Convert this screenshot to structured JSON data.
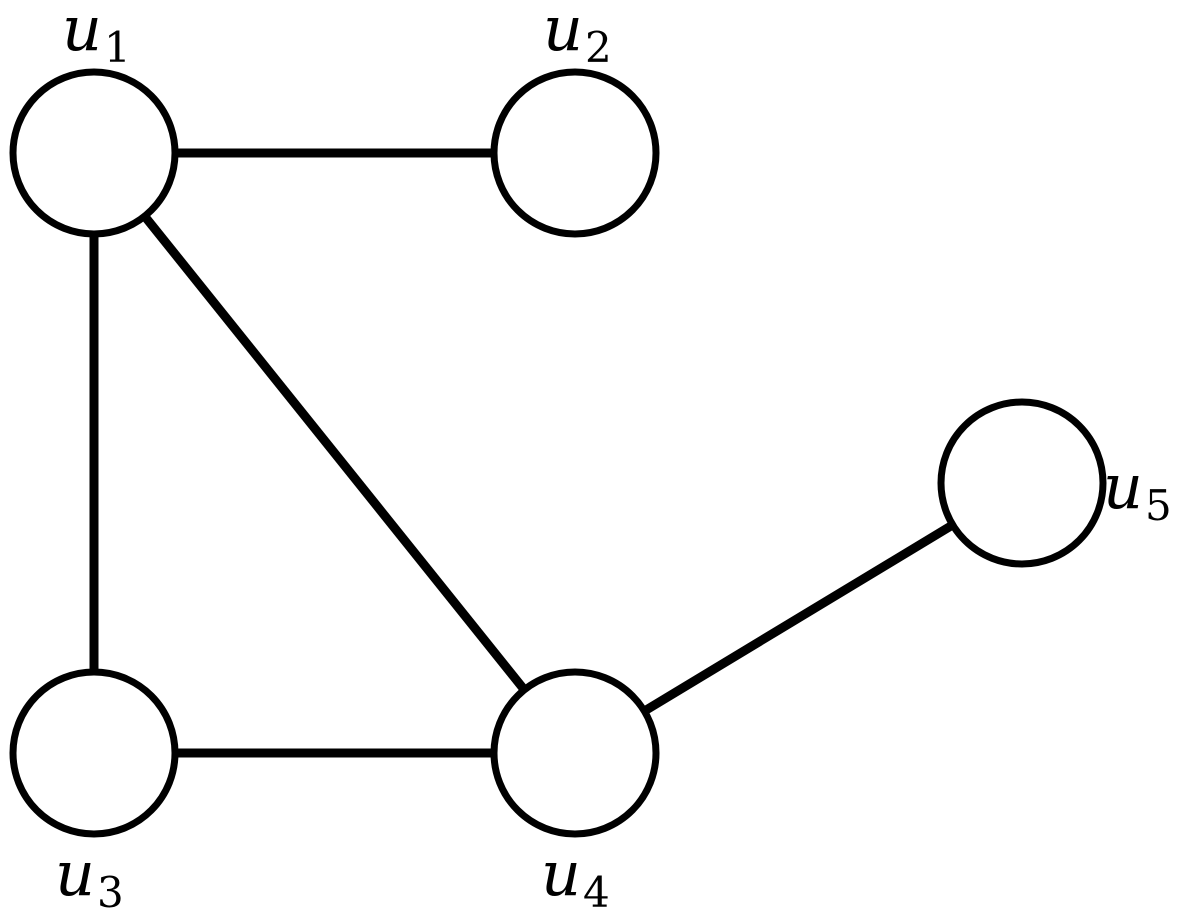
{
  "graph": {
    "nodes": [
      {
        "id": "u1",
        "label": "u",
        "subscript": "1"
      },
      {
        "id": "u2",
        "label": "u",
        "subscript": "2"
      },
      {
        "id": "u3",
        "label": "u",
        "subscript": "3"
      },
      {
        "id": "u4",
        "label": "u",
        "subscript": "4"
      },
      {
        "id": "u5",
        "label": "u",
        "subscript": "5"
      }
    ],
    "edges": [
      {
        "from": "u1",
        "to": "u2"
      },
      {
        "from": "u1",
        "to": "u3"
      },
      {
        "from": "u1",
        "to": "u4"
      },
      {
        "from": "u3",
        "to": "u4"
      },
      {
        "from": "u4",
        "to": "u5"
      }
    ]
  }
}
